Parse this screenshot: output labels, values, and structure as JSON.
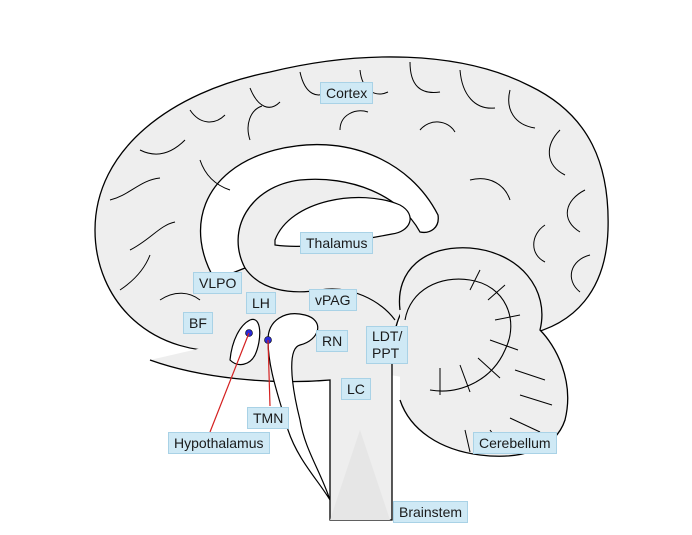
{
  "labels": {
    "cortex": "Cortex",
    "thalamus": "Thalamus",
    "vlpo": "VLPO",
    "lh": "LH",
    "vpag": "vPAG",
    "bf": "BF",
    "rn": "RN",
    "ldt_ppt": "LDT/\nPPT",
    "lc": "LC",
    "tmn": "TMN",
    "hypothalamus": "Hypothalamus",
    "cerebellum": "Cerebellum",
    "brainstem": "Brainstem"
  },
  "colors": {
    "brain_fill": "#eeeeee",
    "outline": "#000000",
    "label_bg": "#cfe9f5",
    "nucleus_dot": "#2a2ad8",
    "pointer_line": "#d42020"
  }
}
